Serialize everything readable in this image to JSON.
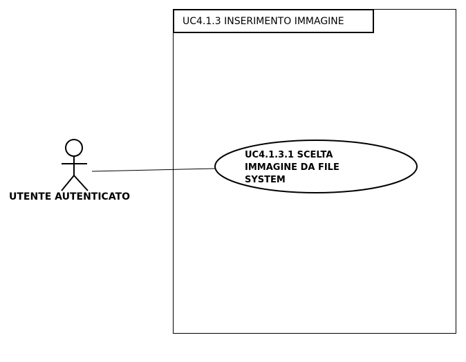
{
  "system": {
    "title": "UC4.1.3 INSERIMENTO IMMAGINE"
  },
  "actor": {
    "label": "UTENTE AUTENTICATO",
    "icon": "stick-figure-icon"
  },
  "use_case": {
    "lines": [
      "UC4.1.3.1 SCELTA",
      "IMMAGINE DA FILE",
      "SYSTEM"
    ]
  }
}
